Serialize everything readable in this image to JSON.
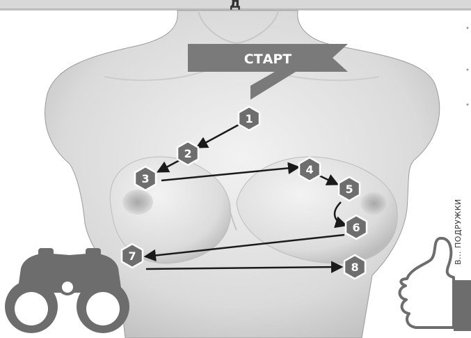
{
  "header": {
    "title_fragment": "д"
  },
  "banner": {
    "label": "СТАРТ"
  },
  "steps": [
    {
      "label": "1"
    },
    {
      "label": "2"
    },
    {
      "label": "3"
    },
    {
      "label": "4"
    },
    {
      "label": "5"
    },
    {
      "label": "6"
    },
    {
      "label": "7"
    },
    {
      "label": "8"
    }
  ],
  "side_caption": "В... ПОДРУЖКИ",
  "icons": {
    "left": "binoculars-icon",
    "right": "thumbs-up-icon"
  },
  "colors": {
    "banner": "#7a7a7a",
    "marker": "#6e6e6e",
    "arrow": "#1a1a1a",
    "body": "#d9d9d9",
    "icon": "#6d6d6d"
  }
}
